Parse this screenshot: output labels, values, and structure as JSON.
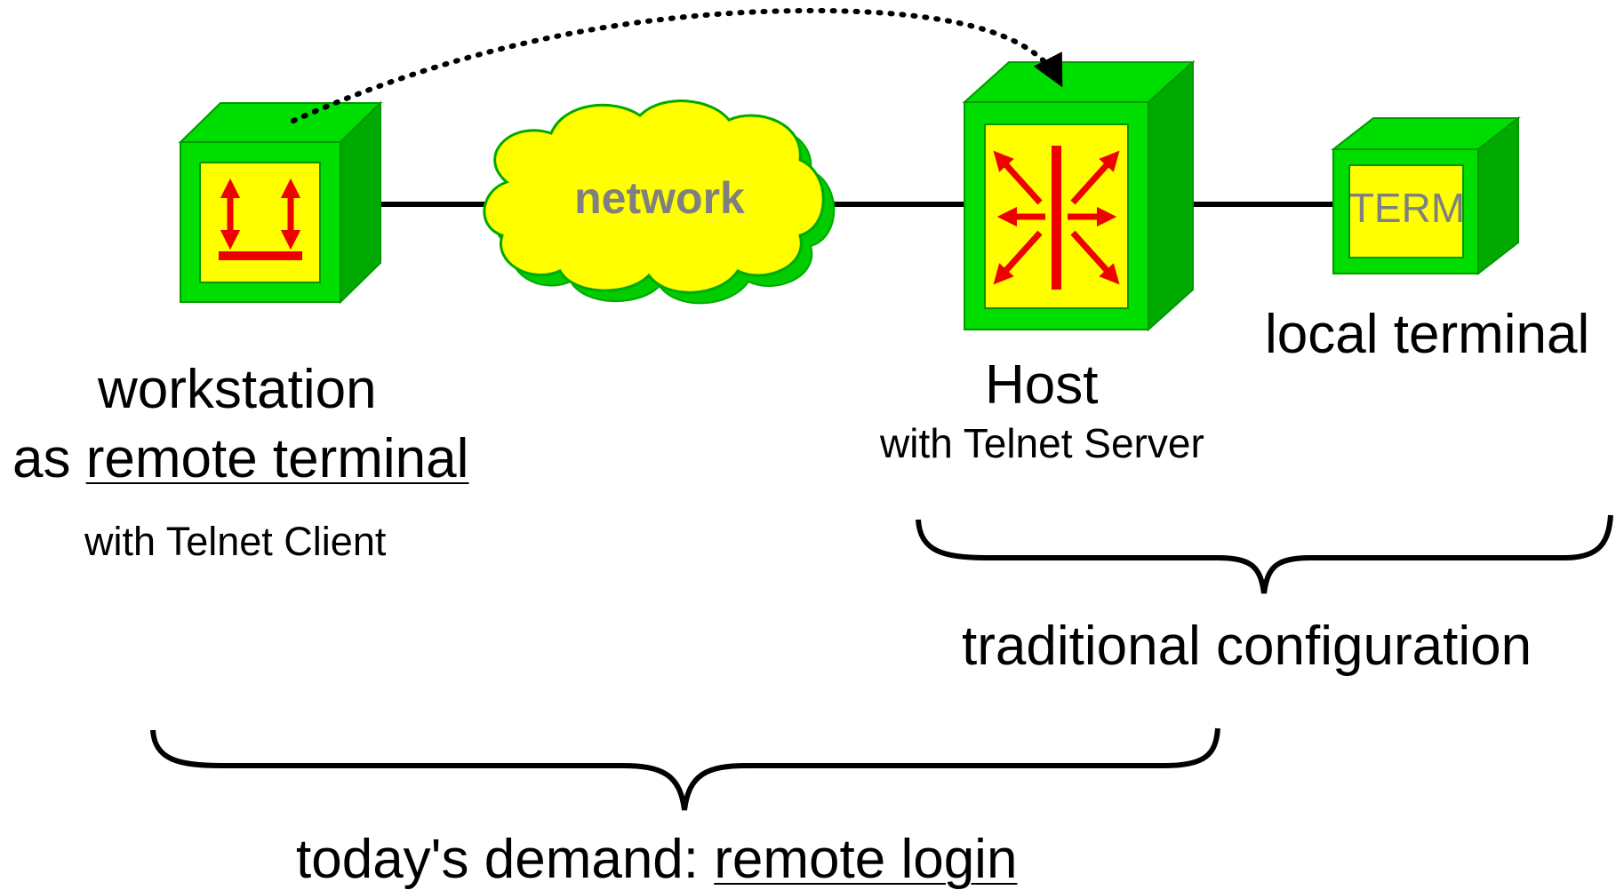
{
  "colors": {
    "box_green": "#00dd00",
    "box_side_green": "#00aa00",
    "screen_yellow": "#ffff00",
    "arrow_red": "#ee0000",
    "cloud_yellow": "#ffff00",
    "cloud_shadow": "#00cc00",
    "cloud_text": "#808080",
    "term_text": "#808080",
    "line_black": "#000000"
  },
  "icons": {
    "workstation": "updown-arrows-icon",
    "host": "star-arrows-icon"
  },
  "cloud": {
    "label": "network"
  },
  "terminal_box": {
    "label": "TERM"
  },
  "workstation": {
    "title": "workstation",
    "role_prefix": "as ",
    "role": "remote terminal",
    "sub": "with Telnet Client"
  },
  "host": {
    "title": "Host",
    "sub": "with Telnet Server"
  },
  "local_terminal": {
    "title": "local terminal"
  },
  "braces": {
    "traditional": "traditional configuration",
    "demand_prefix": "today's demand: ",
    "demand": "remote login"
  }
}
